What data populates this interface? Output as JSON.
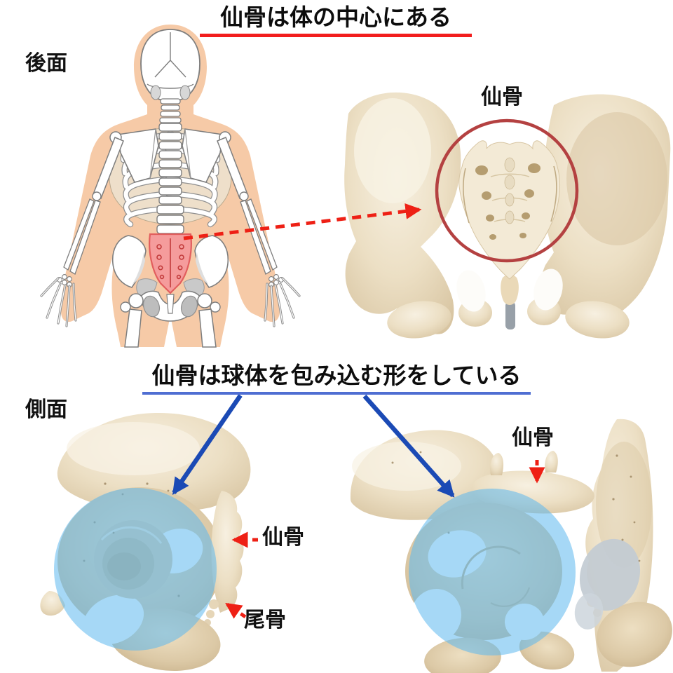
{
  "top_section": {
    "title": "仙骨は体の中心にある",
    "view_label": "後面",
    "sacrum_label": "仙骨"
  },
  "bottom_section": {
    "title": "仙骨は球体を包み込む形をしている",
    "view_label": "側面",
    "left_figure": {
      "sacrum_label": "仙骨",
      "coccyx_label": "尾骨"
    },
    "right_figure": {
      "sacrum_label": "仙骨"
    }
  },
  "colors": {
    "title_underline_red": "#f21d1d",
    "title_underline_blue": "#4f6ed2",
    "dashed_arrow_red": "#ee2015",
    "solid_arrow_blue": "#1b4ab5",
    "sacrum_circle_red": "#b44141",
    "sphere_overlay_blue": "#5cb8ee",
    "sacrum_highlight_pink": "#f59c9c",
    "skin_tone": "#f6caa7",
    "bone_tone": "#ead9bb"
  }
}
